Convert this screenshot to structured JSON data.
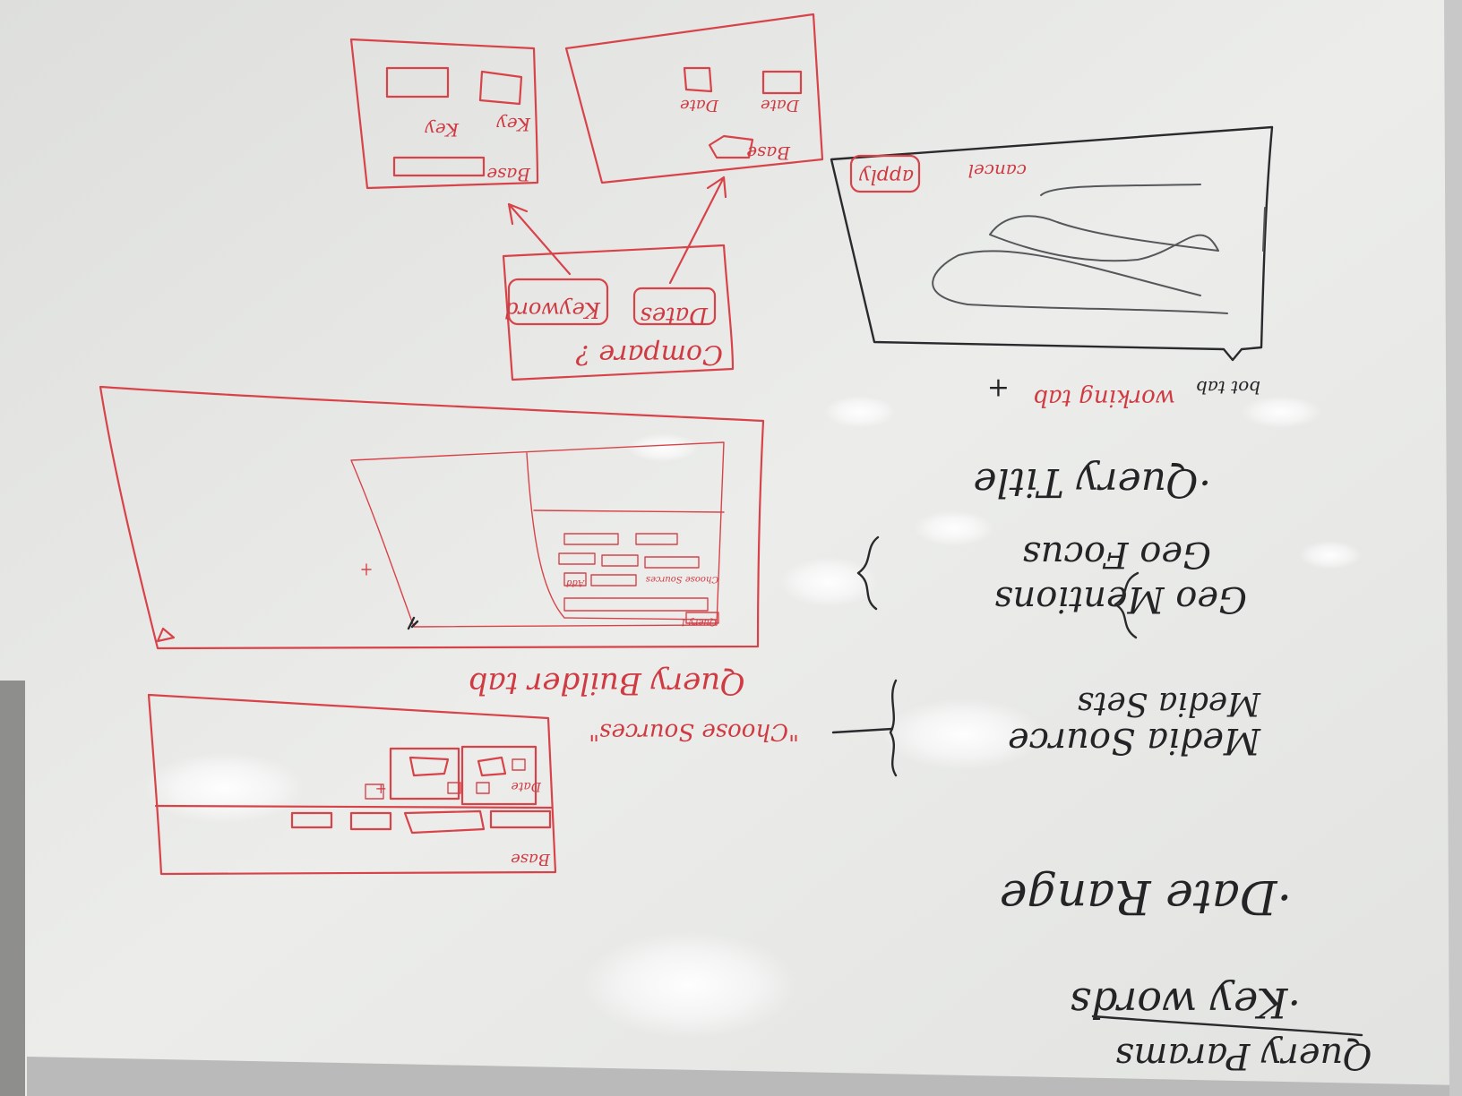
{
  "colors": {
    "board": "#e8e8e6",
    "frame": "#c9cac9",
    "red_marker": "#d8434a",
    "black_marker": "#242426"
  },
  "black_notes": {
    "heading": "Query Params",
    "keywords": "·Key words",
    "date_range": "·Date Range",
    "media_source": "Media Source",
    "media_sets": "Media Sets",
    "geo_mentions": "Geo Mentions",
    "geo_focus": "Geo Focus",
    "query_title": "·Query Title",
    "bottom_tab": "bot tab",
    "tab_plus": "+"
  },
  "red_notes": {
    "choose_sources": "\"Choose Sources\"",
    "query_builder": "Query Builder tab",
    "compare": "Compare ?",
    "dates_button": "Dates",
    "keyword_button": "Keyword",
    "working_tab": "working tab",
    "cancel": "cancel",
    "apply": "apply",
    "base_1": "Base",
    "key_1": "Key",
    "key_2": "Key",
    "base_2": "Base",
    "date_1": "Date",
    "date_2": "Date",
    "base_3": "Base",
    "choose_sources_small": "Choose Sources",
    "add": "Add",
    "date_small": "Date",
    "query_small": "Query 1",
    "plus_small": "+"
  }
}
